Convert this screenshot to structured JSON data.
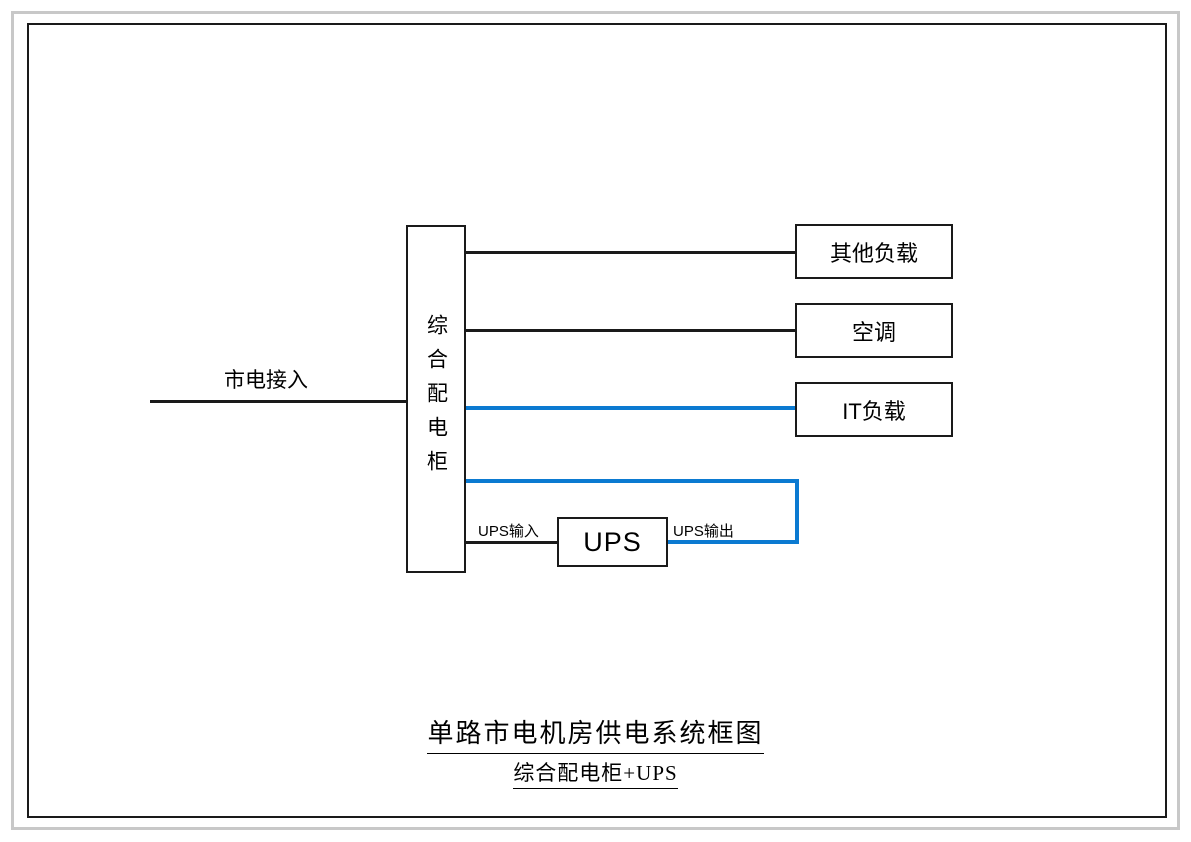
{
  "diagram": {
    "title_line1": "单路市电机房供电系统框图",
    "title_line2": "综合配电柜+UPS",
    "colors": {
      "wire_black": "#1a1a1a",
      "wire_blue": "#0b7ad1",
      "border": "#1a1a1a",
      "page_frame": "#c8c8c8",
      "background": "#ffffff"
    },
    "source": {
      "label": "市电接入"
    },
    "cabinet": {
      "label": "综合配电柜"
    },
    "ups": {
      "label": "UPS",
      "input_label": "UPS输入",
      "output_label": "UPS输出"
    },
    "loads": [
      {
        "id": "other-load",
        "label": "其他负载",
        "feed": "black"
      },
      {
        "id": "hvac-load",
        "label": "空调",
        "feed": "black"
      },
      {
        "id": "it-load",
        "label": "IT负载",
        "feed": "blue"
      }
    ]
  }
}
